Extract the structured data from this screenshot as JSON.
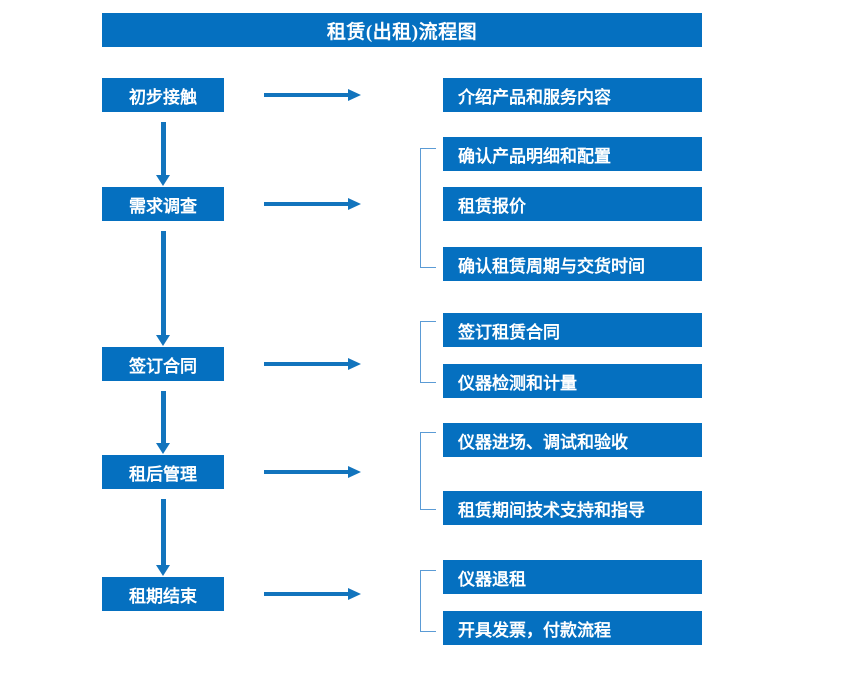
{
  "title": "租赁(出租)流程图",
  "theme": {
    "box_fill": "#0570c0",
    "box_text": "#ffffff",
    "arrow": "#1274bd",
    "bracket": "#5b9bd5",
    "background": "#ffffff"
  },
  "stages": [
    {
      "id": "stage-1",
      "label": "初步接触"
    },
    {
      "id": "stage-2",
      "label": "需求调查"
    },
    {
      "id": "stage-3",
      "label": "签订合同"
    },
    {
      "id": "stage-4",
      "label": "租后管理"
    },
    {
      "id": "stage-5",
      "label": "租期结束"
    }
  ],
  "details": {
    "group1": [
      {
        "label": "介绍产品和服务内容"
      }
    ],
    "group2": [
      {
        "label": "确认产品明细和配置"
      },
      {
        "label": "租赁报价"
      },
      {
        "label": "确认租赁周期与交货时间"
      }
    ],
    "group3": [
      {
        "label": "签订租赁合同"
      },
      {
        "label": "仪器检测和计量"
      }
    ],
    "group4": [
      {
        "label": "仪器进场、调试和验收"
      },
      {
        "label": "租赁期间技术支持和指导"
      }
    ],
    "group5": [
      {
        "label": "仪器退租"
      },
      {
        "label": "开具发票，付款流程"
      }
    ]
  }
}
